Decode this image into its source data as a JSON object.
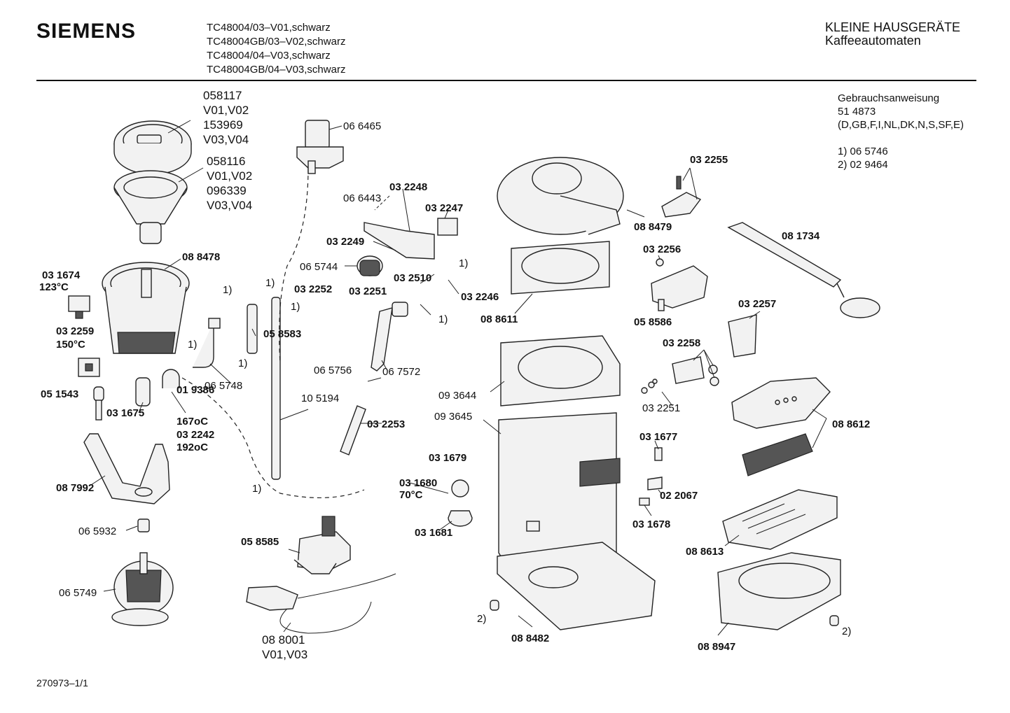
{
  "header": {
    "brand": "SIEMENS",
    "models": [
      "TC48004/03–V01,schwarz",
      "TC48004GB/03–V02,schwarz",
      "TC48004/04–V03,schwarz",
      "TC48004GB/04–V03,schwarz"
    ],
    "category": "KLEINE HAUSGERÄTE",
    "subcategory": "Kaffeeautomaten"
  },
  "manual": {
    "title": "Gebrauchsanweisung",
    "number": "51 4873",
    "languages": "(D,GB,F,I,NL,DK,N,S,SF,E)"
  },
  "notes": [
    "1)  06 5746",
    "2)  02 9464"
  ],
  "footer": {
    "doc_id": "270973–1/1"
  },
  "labels": {
    "l058117": "058117",
    "lv0102a": "V01,V02",
    "l153969": "153969",
    "lv0304a": "V03,V04",
    "l058116": "058116",
    "lv0102b": "V01,V02",
    "l096339": "096339",
    "lv0304b": "V03,V04",
    "l066465": "06 6465",
    "l066443": "06 6443",
    "l032248": "03 2248",
    "l032247": "03 2247",
    "l032249": "03 2249",
    "l065744": "06 5744",
    "l088478": "08 8478",
    "l031674": "03 1674",
    "l123c": "123°C",
    "l032259": "03 2259",
    "l150c": "150°C",
    "l051543": "05 1543",
    "l031675": "03 1675",
    "l019386": "01 9386",
    "l167c": "167oC",
    "l032242": "03 2242",
    "l192c": "192oC",
    "l087992": "08 7992",
    "l065932": "06 5932",
    "l065749": "06 5749",
    "l065748": "06 5748",
    "l058583": "05 8583",
    "l105194": "10 5194",
    "l032252": "03 2252",
    "l032251a": "03 2251",
    "l032510": "03 2510",
    "l032246": "03 2246",
    "l065756": "06 5756",
    "l067572": "06 7572",
    "l032253": "03 2253",
    "l031679": "03 1679",
    "l031680": "03 1680",
    "l70c": "70°C",
    "l031681": "03 1681",
    "l058585": "05 8585",
    "l088001": "08 8001",
    "lv0103": "V01,V03",
    "l093644": "09 3644",
    "l093645": "09 3645",
    "l088611": "08 8611",
    "l088482": "08 8482",
    "l032255": "03 2255",
    "l088479": "08 8479",
    "l032256": "03 2256",
    "l058586": "05 8586",
    "l081734": "08 1734",
    "l032257": "03 2257",
    "l032258": "03 2258",
    "l032251b": "03 2251",
    "l088612": "08 8612",
    "l031677": "03 1677",
    "l022067": "02 2067",
    "l031678": "03 1678",
    "l088613": "08 8613",
    "l088947": "08 8947",
    "n1a": "1)",
    "n1b": "1)",
    "n1c": "1)",
    "n1d": "1)",
    "n1e": "1)",
    "n1f": "1)",
    "n1g": "1)",
    "n1h": "1)",
    "n2a": "2)",
    "n2b": "2)"
  }
}
